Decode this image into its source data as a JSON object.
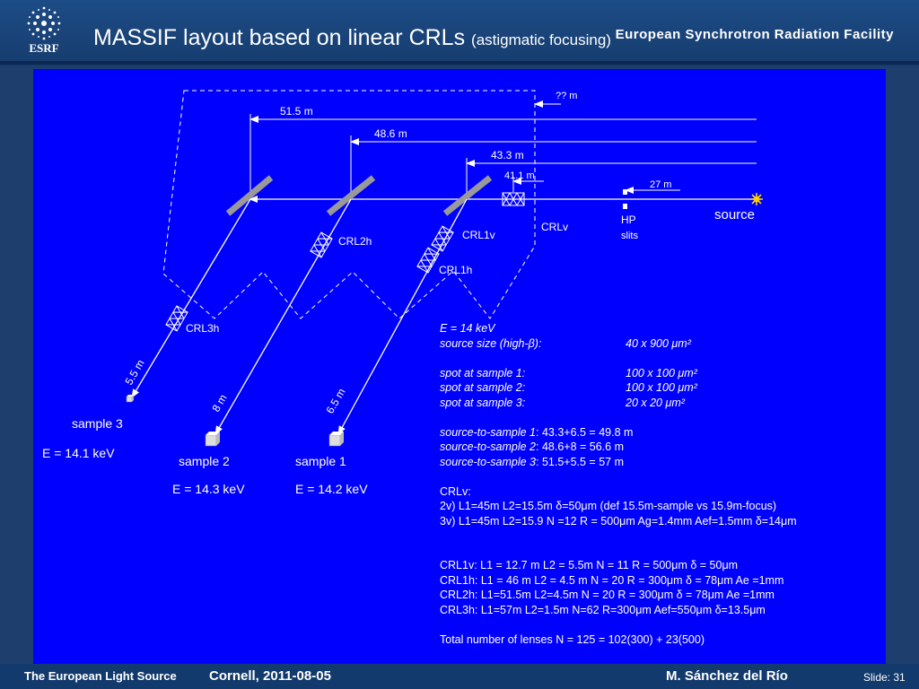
{
  "header": {
    "logo_text": "ESRF",
    "title_main": "MASSIF layout based on linear CRLs",
    "title_sub": "(astigmatic focusing)",
    "facility": "European Synchrotron Radiation Facility"
  },
  "footer": {
    "left": "The European Light Source",
    "date": "Cornell, 2011-08-05",
    "author": "M. Sánchez del Río",
    "slide": "Slide: 31"
  },
  "diagram": {
    "dist_unknown": "?? m",
    "dist_515": "51.5 m",
    "dist_486": "48.6 m",
    "dist_433": "43.3 m",
    "dist_411": "41.1 m",
    "dist_27": "27 m",
    "source": "source",
    "hp": "HP",
    "slits": "slits",
    "crlv": "CRLv",
    "crl1v": "CRL1v",
    "crl1h": "CRL1h",
    "crl2h": "CRL2h",
    "crl3h": "CRL3h",
    "len_55": "5.5 m",
    "len_8": "8 m",
    "len_65": "6.5 m",
    "sample3": "sample 3",
    "sample2": "sample 2",
    "sample1": "sample 1",
    "e3": "E = 14.1 keV",
    "e2": "E = 14.3 keV",
    "e1": "E = 14.2 keV"
  },
  "info": {
    "energy": "E = 14 keV",
    "source_label": "source size (high-β):",
    "source_val": "40 x 900 μm²",
    "spot1_label": "spot at sample 1:",
    "spot1_val": "100 x 100 μm²",
    "spot2_label": "spot at sample 2:",
    "spot2_val": "100 x 100 μm²",
    "spot3_label": "spot at sample 3:",
    "spot3_val": "20  x  20 μm²",
    "s1_label": "source-to-sample 1",
    "s1_val": ": 43.3+6.5 = 49.8 m",
    "s2_label": "source-to-sample 2",
    "s2_val": ": 48.6+8 = 56.6 m",
    "s3_label": "source-to-sample 3",
    "s3_val": ": 51.5+5.5 = 57 m",
    "crlv_head": "CRLv:",
    "crlv_2v": "2v) L1=45m L2=15.5m δ=50μm (def 15.5m-sample vs 15.9m-focus)",
    "crlv_3v": "3v) L1=45m L2=15.9  N =12 R = 500μm Ag=1.4mm Aef=1.5mm  δ=14μm",
    "crl1v": "CRL1v: L1 = 12.7 m L2 = 5.5m N = 11 R = 500μm δ = 50μm",
    "crl1h": "CRL1h: L1 = 46 m L2 = 4.5 m N = 20 R = 300μm δ = 78μm Ae =1mm",
    "crl2h": "CRL2h: L1=51.5m L2=4.5m N = 20 R = 300μm δ = 78μm Ae =1mm",
    "crl3h": "CRL3h: L1=57m L2=1.5m N=62 R=300μm Aef=550μm δ=13.5μm",
    "total": "Total number of lenses N = 125 = 102(300) + 23(500)"
  }
}
